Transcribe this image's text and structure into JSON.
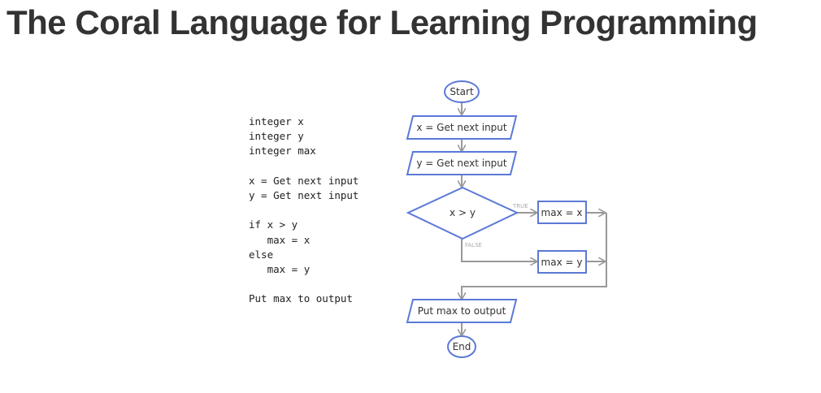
{
  "title": "The Coral Language for Learning Programming",
  "code": {
    "lines": [
      "integer x",
      "integer y",
      "integer max",
      "",
      "x = Get next input",
      "y = Get next input",
      "",
      "if x > y",
      "   max = x",
      "else",
      "   max = y",
      "",
      "Put max to output"
    ]
  },
  "flowchart": {
    "start": "Start",
    "input_x": "x = Get next input",
    "input_y": "y = Get next input",
    "decision": "x > y",
    "true_label": "TRUE",
    "false_label": "FALSE",
    "assign_true": "max = x",
    "assign_false": "max = y",
    "output": "Put max to output",
    "end": "End"
  },
  "colors": {
    "shape_stroke": "#5b79d6",
    "arrow": "#999999",
    "title": "#333333"
  }
}
